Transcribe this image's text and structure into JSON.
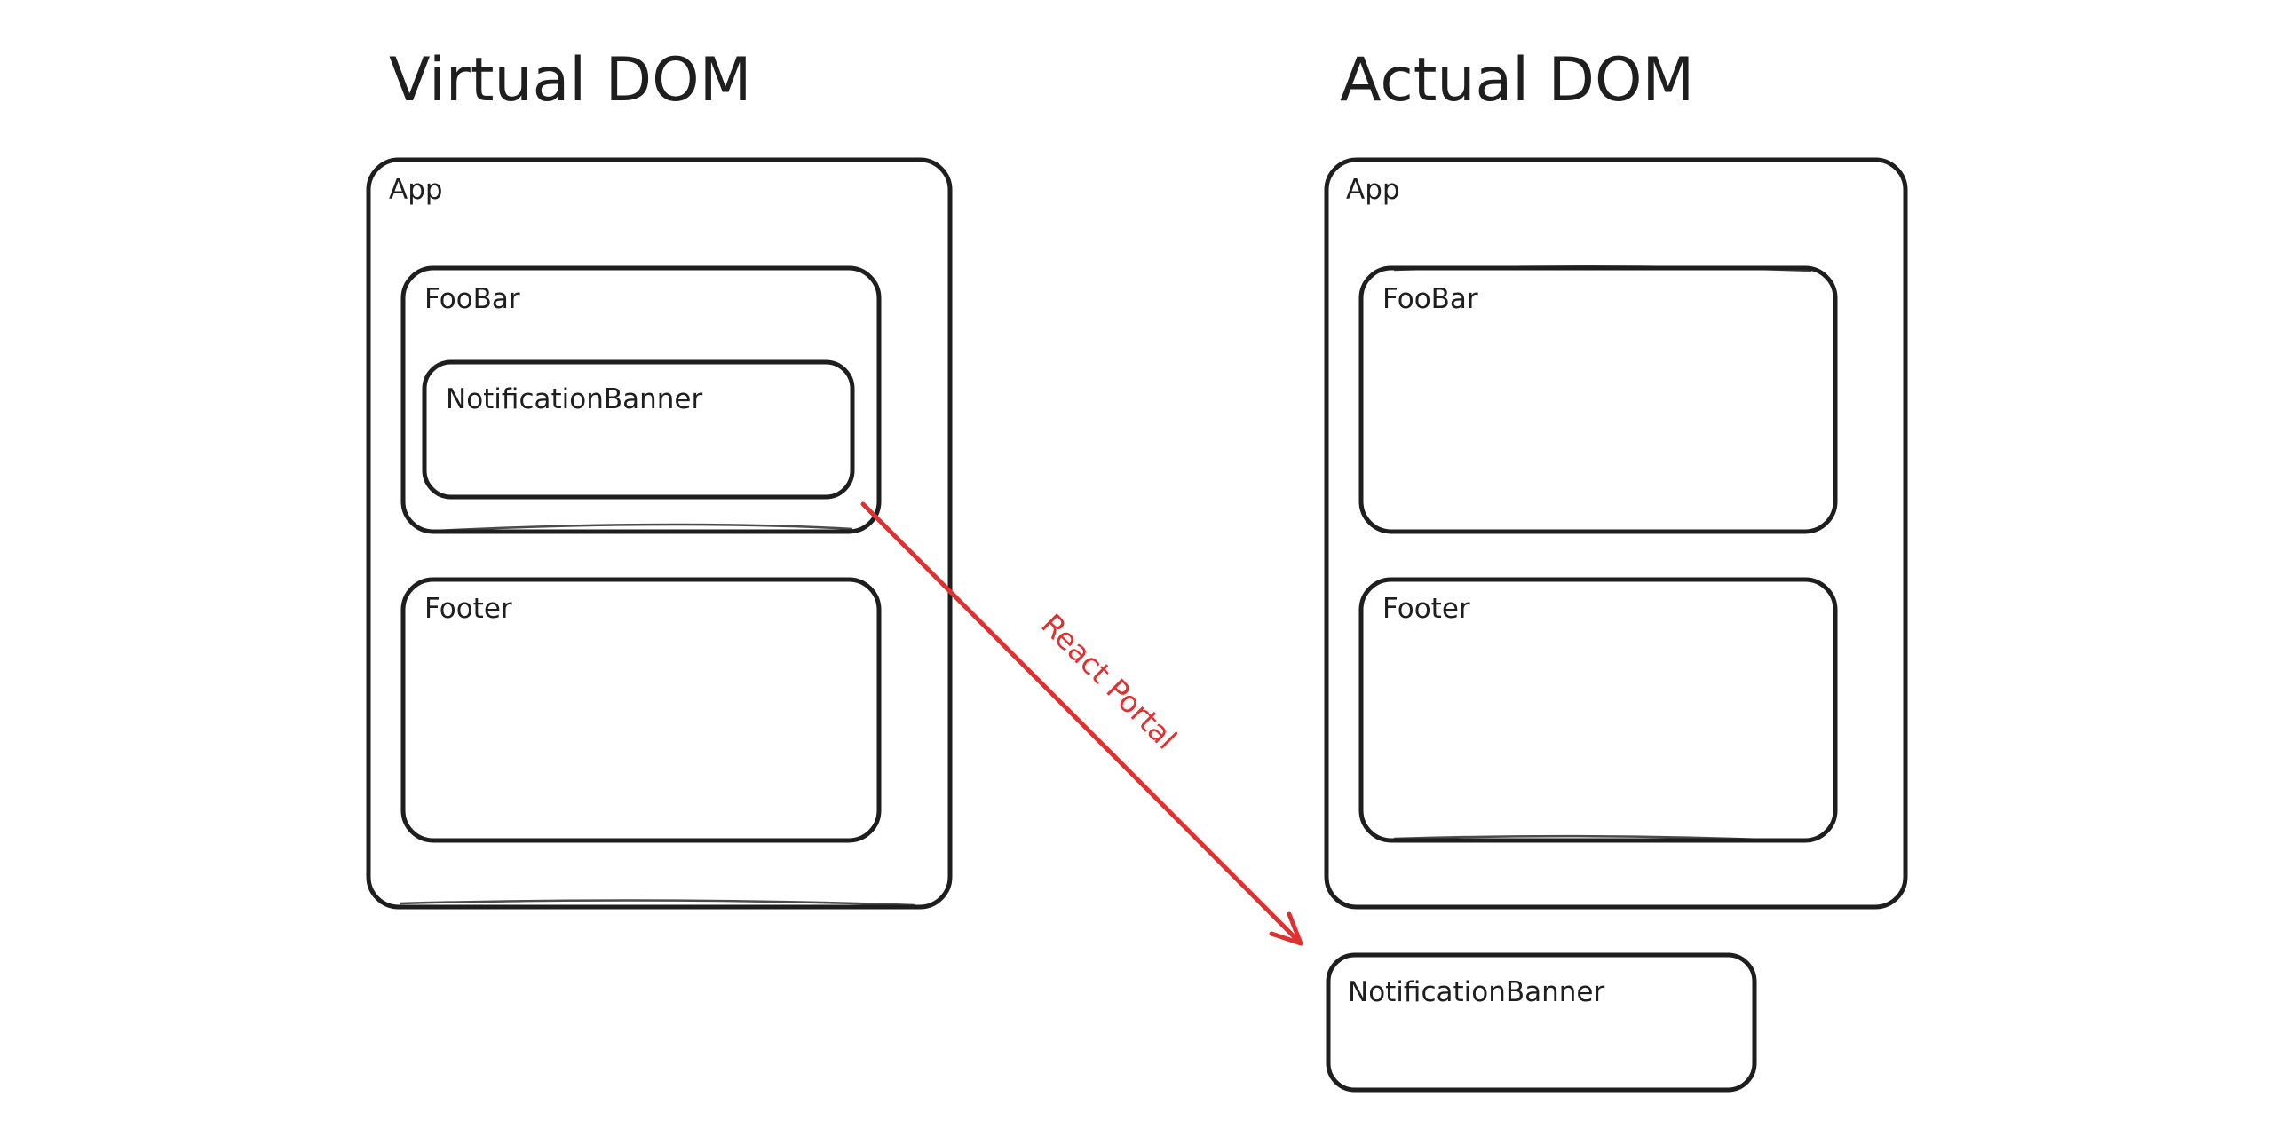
{
  "titles": {
    "virtual": "Virtual DOM",
    "actual": "Actual DOM"
  },
  "virtual": {
    "app": "App",
    "foobar": "FooBar",
    "notification_banner": "NotificationBanner",
    "footer": "Footer"
  },
  "actual": {
    "app": "App",
    "foobar": "FooBar",
    "footer": "Footer",
    "notification_banner": "NotificationBanner"
  },
  "arrow": {
    "label": "React Portal",
    "color": "#e03131"
  },
  "colors": {
    "stroke": "#1e1e1e"
  }
}
